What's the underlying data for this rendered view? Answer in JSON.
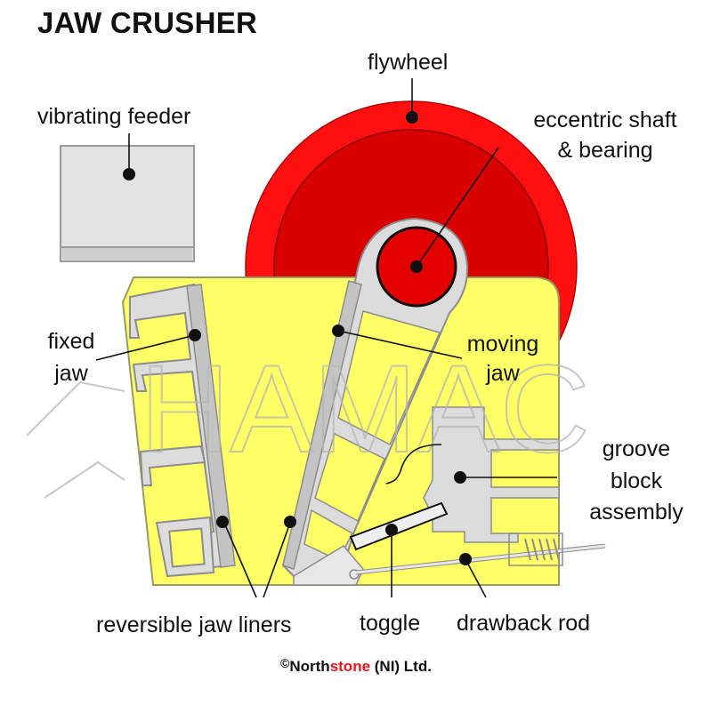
{
  "title": "JAW CRUSHER",
  "labels": {
    "vibrating_feeder": "vibrating feeder",
    "flywheel": "flywheel",
    "eccentric_shaft_line1": "eccentric shaft",
    "eccentric_shaft_line2": "& bearing",
    "fixed_jaw_line1": "fixed",
    "fixed_jaw_line2": "jaw",
    "moving_jaw_line1": "moving",
    "moving_jaw_line2": "jaw",
    "groove_line1": "groove",
    "groove_line2": "block",
    "groove_line3": "assembly",
    "reversible_jaw_liners": "reversible jaw liners",
    "toggle": "toggle",
    "drawback_rod": "drawback rod"
  },
  "watermark": "HAMAC",
  "copyright": {
    "symbol": "©",
    "part1": "North",
    "part2": "stone",
    "part3": " (NI) Ltd."
  },
  "colors": {
    "flywheel_outer": "#ff1010",
    "flywheel_inner": "#d90000",
    "frame": "#ffff66",
    "steel": "#dcdcdc",
    "steel_dark": "#c4c4c4",
    "outline": "#888888",
    "brand_red": "#e8151b"
  }
}
